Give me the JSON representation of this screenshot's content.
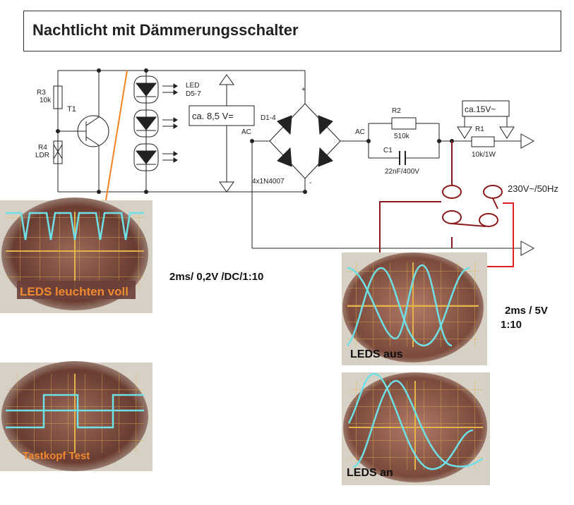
{
  "title": "Nachtlicht mit Dämmerungsschalter",
  "schematic": {
    "r3": [
      "R3",
      "10k"
    ],
    "t1": "T1",
    "r4": [
      "R4",
      "LDR"
    ],
    "led": [
      "LED",
      "D5-7"
    ],
    "voltage_dc": "ca. 8,5 V=",
    "bridge": "D1-4",
    "ac_left": "AC",
    "ac_right": "AC",
    "plus": "+",
    "minus": "-",
    "diode_type": "4x1N4007",
    "r2": [
      "R2",
      "510k"
    ],
    "c1": [
      "C1",
      "22nF/400V"
    ],
    "voltage_ac": "ca.15V~",
    "r1": [
      "R1",
      "10k/1W"
    ],
    "mains": "230V~/50Hz"
  },
  "scopes": {
    "scope1_label": "LEDS leuchten voll",
    "scope2_label": "Tastkopf Test",
    "scope3_label": "LEDS aus",
    "scope4_label": "LEDS an"
  },
  "captions": {
    "left": "2ms/ 0,2V /DC/1:10",
    "right_1": "2ms /  5V",
    "right_2": "1:10"
  },
  "colors": {
    "wire": "#222222",
    "arrow_orange": "#f58220",
    "arrow_darkred": "#8b1a1a",
    "arrow_red": "#e02020",
    "trace": "#6fe0e6",
    "scope_bg": "#8a5a4a",
    "label_orange": "#f08a30"
  }
}
